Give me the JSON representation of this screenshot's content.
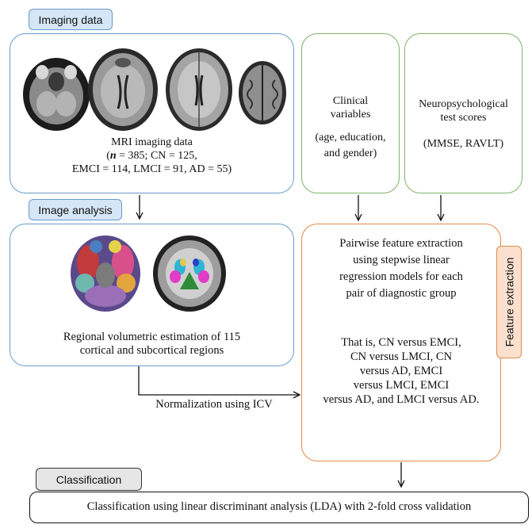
{
  "imaging": {
    "tag": "Imaging data",
    "caption_line1": "MRI imaging data",
    "caption_n": "n",
    "caption_line2_rest": " = 385; CN = 125,",
    "caption_line3": "EMCI = 114, LMCI = 91, AD = 55)"
  },
  "clinical": {
    "line1": "Clinical",
    "line2": "variables",
    "line3": "(age, education,",
    "line4": "and gender)"
  },
  "neuro": {
    "line1": "Neuropsychological",
    "line2": "test scores",
    "line3": "(MMSE, RAVLT)"
  },
  "analysis": {
    "tag": "Image analysis",
    "caption_line1": "Regional volumetric estimation of 115",
    "caption_line2": "cortical and subcortical regions"
  },
  "normalization": "Normalization using ICV",
  "feature": {
    "tag": "Feature extraction",
    "para1": [
      "Pairwise feature extraction",
      "using stepwise linear",
      "regression models for each",
      "pair of diagnostic group"
    ],
    "para2": [
      "That is, CN versus EMCI,",
      "CN versus LMCI, CN",
      "versus AD, EMCI",
      "versus LMCI, EMCI",
      "versus AD, and LMCI versus AD."
    ]
  },
  "classification": {
    "tag": "Classification",
    "text": "Classification using linear discriminant analysis (LDA) with 2-fold cross validation"
  }
}
